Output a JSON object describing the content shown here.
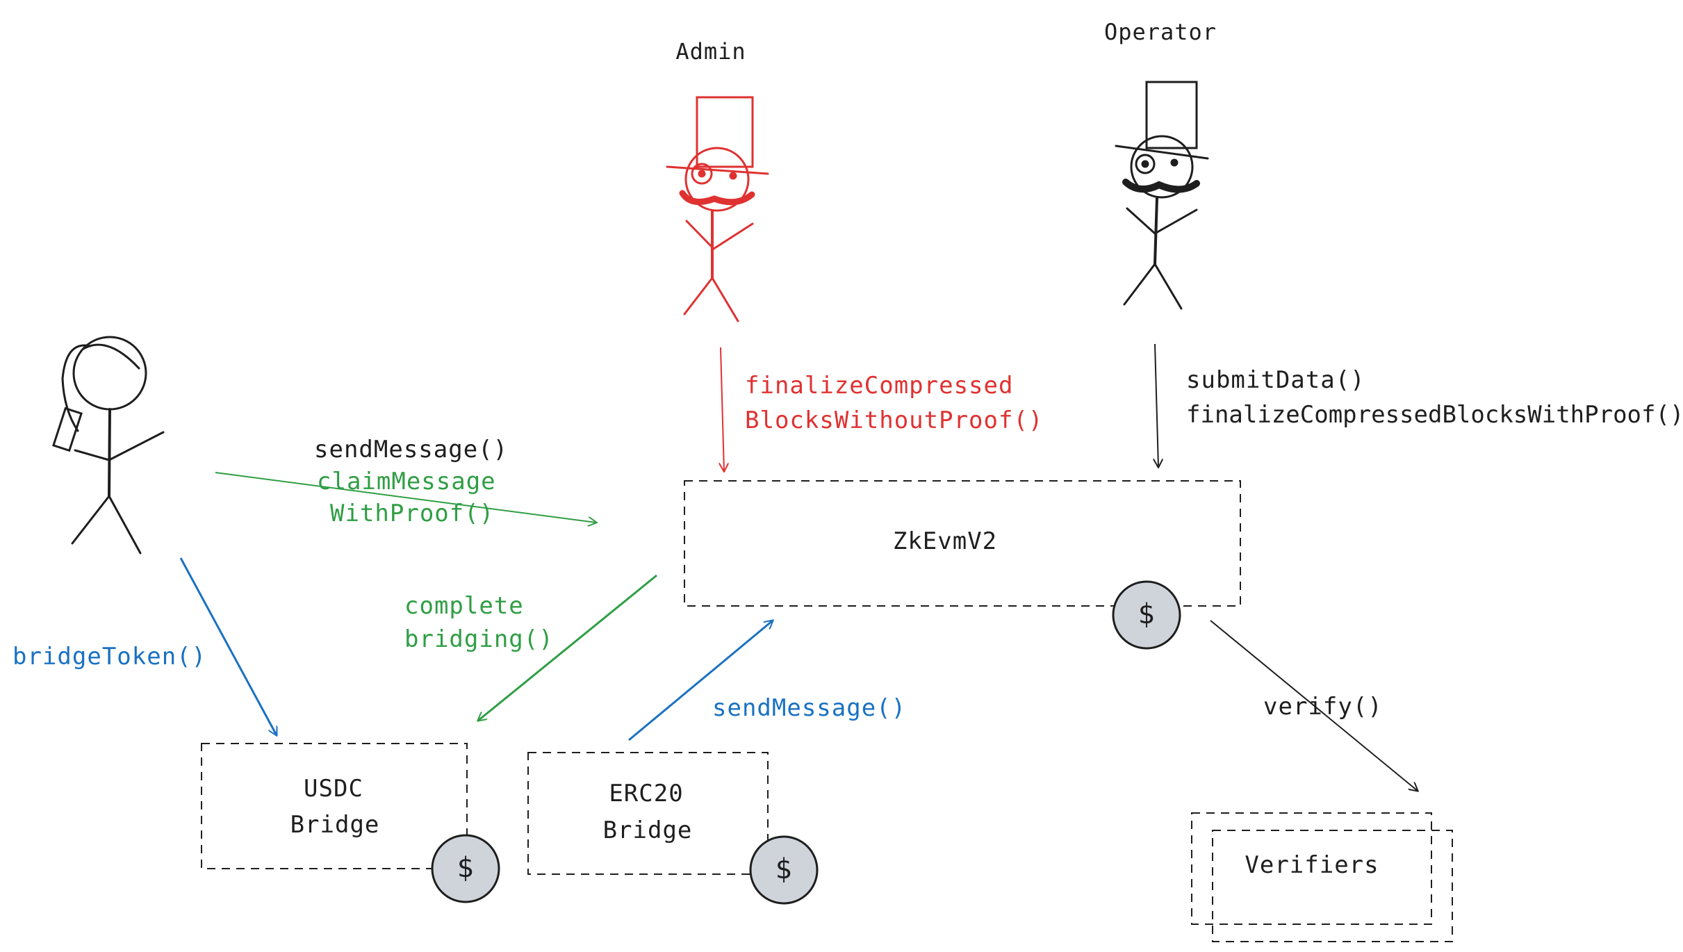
{
  "actors": {
    "admin": "Admin",
    "operator": "Operator"
  },
  "labels": {
    "admin_call_line1": "finalizeCompressed",
    "admin_call_line2": "BlocksWithoutProof()",
    "operator_call_line1": "submitData()",
    "operator_call_line2": "finalizeCompressedBlocksWithProof()",
    "user_call_line1": "sendMessage()",
    "user_call_line2": "claimMessage",
    "user_call_line3": "WithProof()",
    "complete_line1": "complete",
    "complete_line2": "bridging()",
    "bridge_token": "bridgeToken()",
    "erc20_send": "sendMessage()",
    "verify": "verify()"
  },
  "boxes": {
    "zkevm": "ZkEvmV2",
    "usdc_line1": "USDC",
    "usdc_line2": "Bridge",
    "erc20_line1": "ERC20",
    "erc20_line2": "Bridge",
    "verifiers": "Verifiers"
  },
  "coin_symbol": "$",
  "colors": {
    "ink": "#1e1e1e",
    "red": "#e03131",
    "green": "#2f9e44",
    "blue": "#1971c2",
    "coin_fill": "#ced4da"
  }
}
